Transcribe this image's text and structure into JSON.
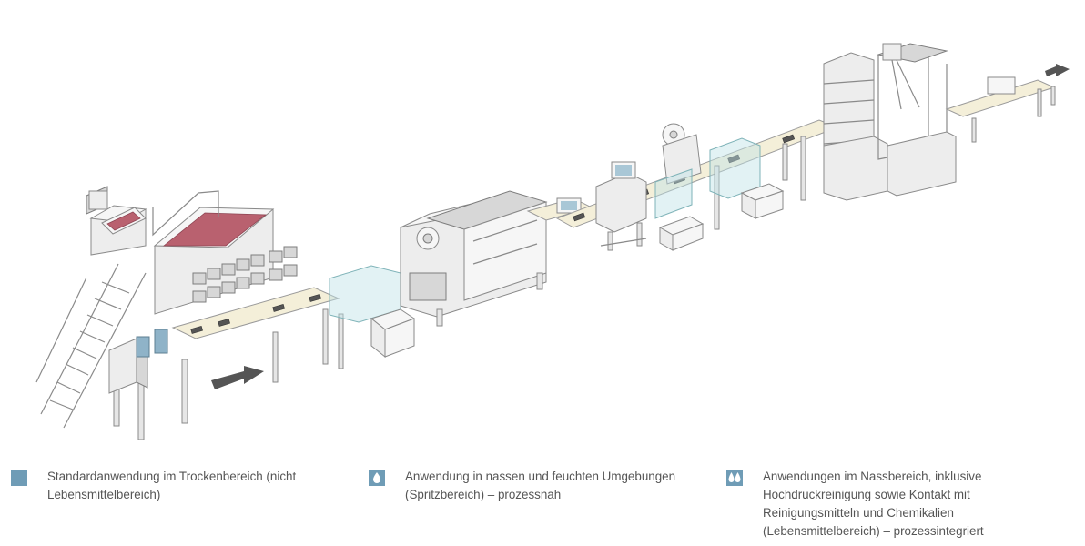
{
  "colors": {
    "swatch_dry": "#6f9cb6",
    "swatch_wet": "#6f9cb6",
    "product": "#b9616f",
    "conveyor_belt": "#f4efd9",
    "arrow": "#555555",
    "glass_guard": "#bfe3e6"
  },
  "icons": {
    "dry": "square-icon",
    "wet": "droplet-icon",
    "washdown": "double-droplet-icon"
  },
  "legend": [
    {
      "lines": [
        "Standardanwendung im Trockenbereich (nicht",
        "Lebensmittelbereich)"
      ]
    },
    {
      "lines": [
        "Anwendung in nassen und feuchten Umgebungen",
        "(Spritzbereich) – prozessnah"
      ]
    },
    {
      "lines": [
        "Anwendungen im Nassbereich, inklusive",
        "Hochdruckreinigung sowie Kontakt mit",
        "Reinigungsmitteln und Chemikalien",
        "(Lebensmittelbereich) – prozessintegriert"
      ]
    }
  ]
}
